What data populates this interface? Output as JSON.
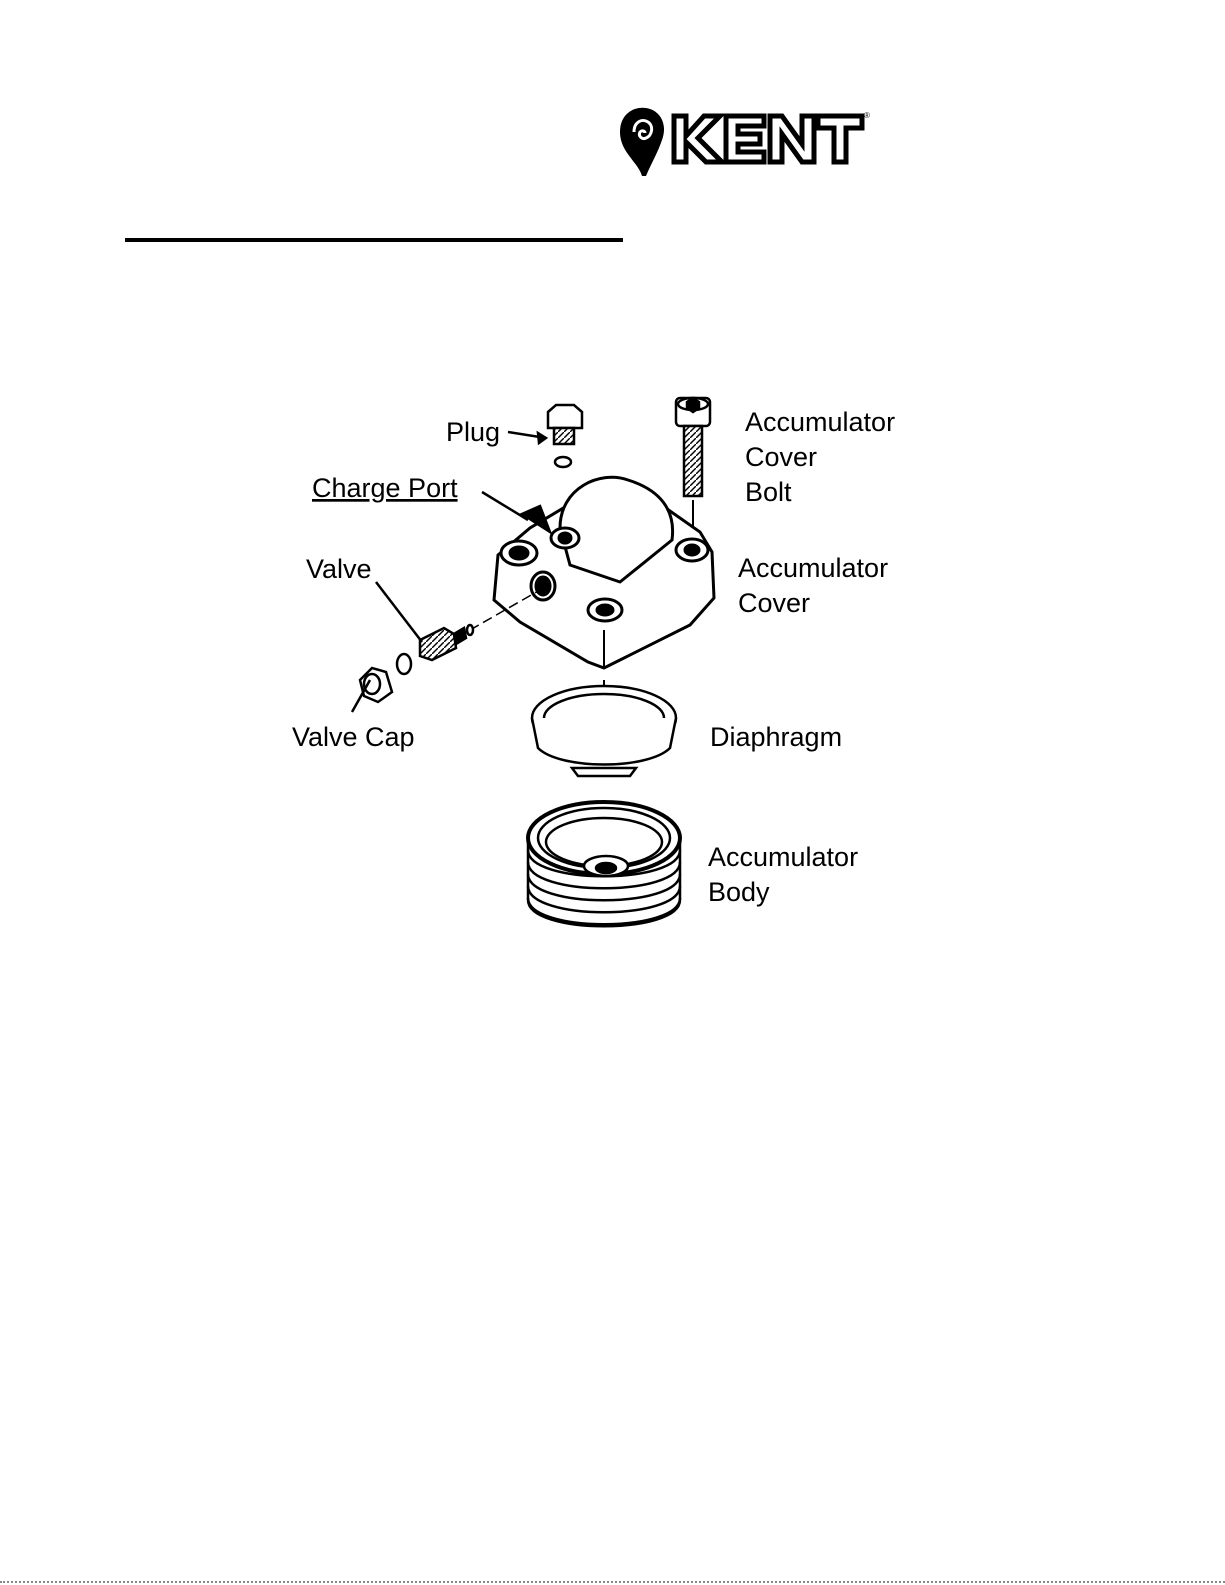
{
  "logo": {
    "text": "KENT",
    "registered": "®"
  },
  "labels": {
    "plug": "Plug",
    "charge_port": "Charge Port",
    "valve": "Valve",
    "valve_cap": "Valve Cap",
    "cover_bolt": [
      "Accumulator",
      "Cover",
      "Bolt"
    ],
    "cover": [
      "Accumulator",
      "Cover"
    ],
    "diaphragm": "Diaphragm",
    "body": [
      "Accumulator",
      "Body"
    ]
  }
}
